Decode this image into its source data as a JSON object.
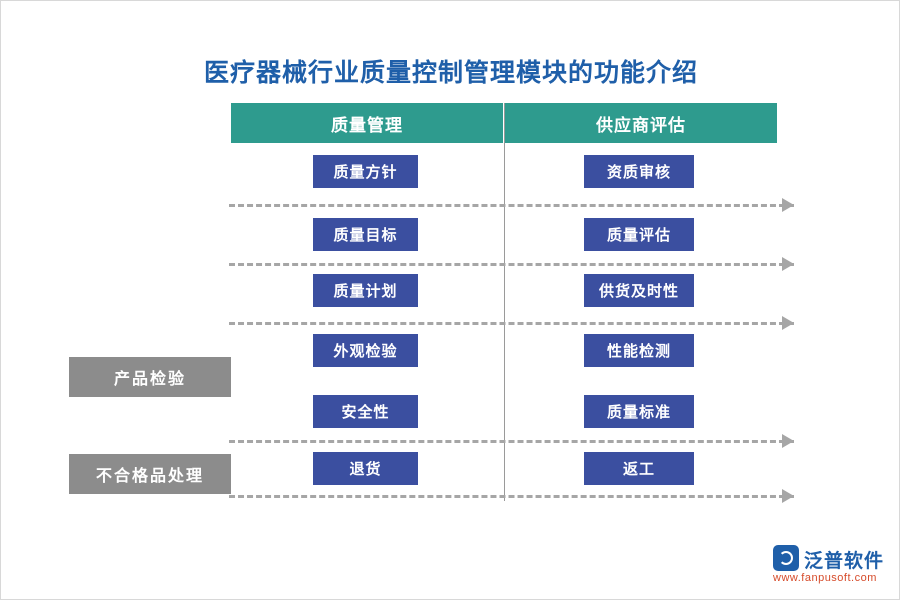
{
  "page": {
    "title": "医疗器械行业质量控制管理模块的功能介绍"
  },
  "watermark": {
    "text": "泛普软件",
    "icon": "fanpu-logo-icon"
  },
  "columns": {
    "left_header": "质量管理",
    "right_header": "供应商评估"
  },
  "left_items": [
    {
      "label": "质量方针"
    },
    {
      "label": "质量目标"
    },
    {
      "label": "质量计划"
    },
    {
      "label": "外观检验"
    },
    {
      "label": "安全性"
    },
    {
      "label": "退货"
    }
  ],
  "right_items": [
    {
      "label": "资质审核"
    },
    {
      "label": "质量评估"
    },
    {
      "label": "供货及时性"
    },
    {
      "label": "性能检测"
    },
    {
      "label": "质量标准"
    },
    {
      "label": "返工"
    }
  ],
  "side_labels": [
    {
      "label": "产品检验"
    },
    {
      "label": "不合格品处理"
    }
  ],
  "footer_logo": {
    "name": "泛普软件",
    "url": "www.fanpusoft.com",
    "icon": "fanpu-logo-icon"
  },
  "colors": {
    "title": "#1f5fa9",
    "header_band": "#2e9b8e",
    "box": "#3b4fa0",
    "grey_box": "#8c8c8c",
    "dash": "#a6a6a6",
    "logo_red": "#d64b2a"
  }
}
